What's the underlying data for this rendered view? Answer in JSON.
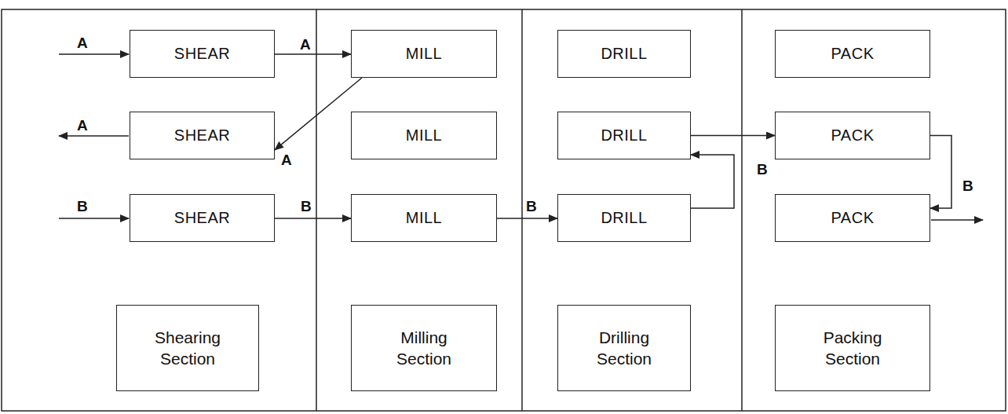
{
  "diagram": {
    "nodes": [
      {
        "text": [
          "SHEAR"
        ]
      },
      {
        "text": [
          "MILL"
        ]
      },
      {
        "text": [
          "DRILL"
        ]
      },
      {
        "text": [
          "PACK"
        ]
      },
      {
        "text": [
          "SHEAR"
        ]
      },
      {
        "text": [
          "MILL"
        ]
      },
      {
        "text": [
          "DRILL"
        ]
      },
      {
        "text": [
          "PACK"
        ]
      },
      {
        "text": [
          "SHEAR"
        ]
      },
      {
        "text": [
          "MILL"
        ]
      },
      {
        "text": [
          "DRILL"
        ]
      },
      {
        "text": [
          "PACK"
        ]
      },
      {
        "text": [
          "Shearing Section"
        ]
      },
      {
        "text": [
          "Milling Section"
        ]
      },
      {
        "text": [
          "Drilling Section"
        ]
      },
      {
        "text": [
          "Packing Section"
        ]
      }
    ],
    "edges": [
      {
        "from": 0,
        "to": 1,
        "arrow": "to",
        "label": "A"
      },
      {
        "from": 1,
        "to": 4,
        "arrow": "to",
        "label": "A"
      },
      {
        "from": 8,
        "to": 9,
        "arrow": "to",
        "label": "B"
      },
      {
        "from": 9,
        "to": 10,
        "arrow": "to",
        "label": "B"
      },
      {
        "from": 10,
        "to": 6,
        "arrow": "to"
      },
      {
        "from": 6,
        "to": 7,
        "arrow": "to",
        "label": "B"
      },
      {
        "from": 7,
        "to": 11,
        "arrow": "to",
        "label": "B"
      }
    ],
    "labels": [
      "A",
      "A",
      "B"
    ]
  }
}
